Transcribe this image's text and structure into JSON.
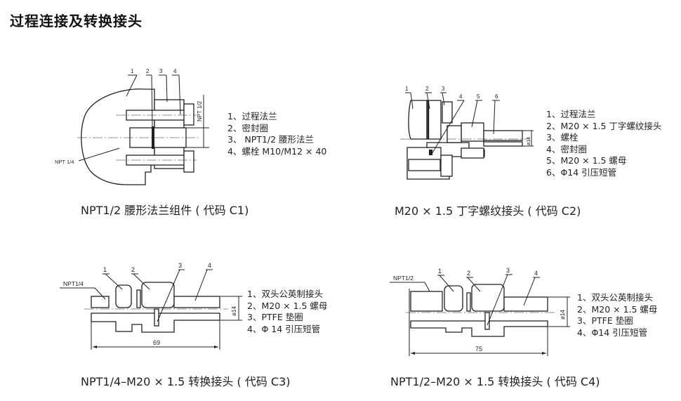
{
  "page_title": "过程连接及转换接头",
  "figures": [
    {
      "id": "C1",
      "caption": "NPT1/2 腰形法兰组件 ( 代码 C1)",
      "callouts": [
        "1",
        "2",
        "3",
        "4"
      ],
      "annotations": {
        "side_label": "NPT 1/2",
        "bottom_label": "NPT 1/4"
      },
      "legend": [
        "1、过程法兰",
        "2、密封圈",
        "3、 NPT1/2 腰形法兰",
        "4、螺栓 M10/M12 × 40"
      ]
    },
    {
      "id": "C2",
      "caption": "M20 × 1.5 丁字螺纹接头 ( 代码 C2)",
      "callouts": [
        "1",
        "2",
        "3",
        "4",
        "5",
        "6"
      ],
      "annotations": {
        "diameter_label": "ø14"
      },
      "legend": [
        "1、过程法兰",
        "2、M20 × 1.5 丁字螺纹接头",
        "3、螺栓",
        "4、密封圈",
        "5、M20 × 1.5 螺母",
        "6、Φ14 引压短管"
      ]
    },
    {
      "id": "C3",
      "caption": "NPT1/4–M20 × 1.5 转换接头 ( 代码 C3)",
      "callouts": [
        "1",
        "2",
        "3",
        "4"
      ],
      "annotations": {
        "thread_label": "NPT1/4",
        "diameter_label": "ø14",
        "length_label": "69"
      },
      "legend": [
        "1、双头公英制接头",
        "2、M20 × 1.5 螺母",
        "3、PTFE 垫圈",
        "4、Φ 14 引压短管"
      ]
    },
    {
      "id": "C4",
      "caption": "NPT1/2–M20 × 1.5 转换接头 ( 代码 C4)",
      "callouts": [
        "1",
        "2",
        "3",
        "4"
      ],
      "annotations": {
        "thread_label": "NPT1/2",
        "diameter_label": "ø14",
        "length_label": "75"
      },
      "legend": [
        "1、双头公英制接头",
        "2、M20 × 1.5 螺母",
        "3、PTFE 垫圈",
        "4、Φ14 引压短管"
      ]
    }
  ]
}
